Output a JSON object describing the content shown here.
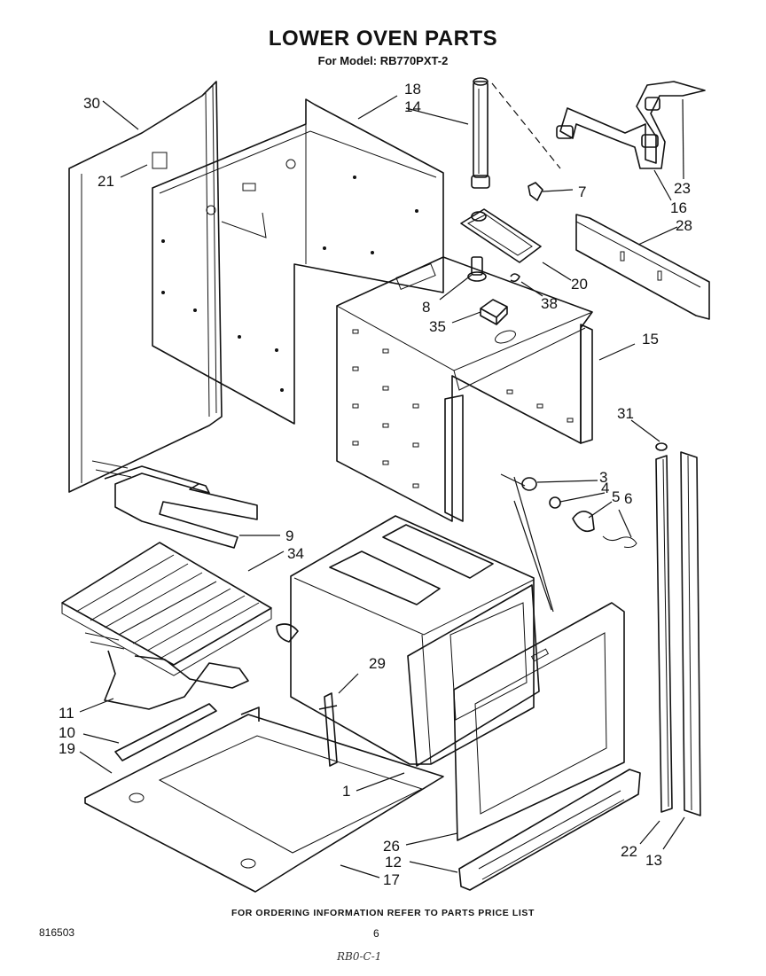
{
  "header": {
    "title": "LOWER OVEN PARTS",
    "subtitle": "For Model: RB770PXT-2"
  },
  "callouts": [
    {
      "id": "c30",
      "label": "30"
    },
    {
      "id": "c21",
      "label": "21"
    },
    {
      "id": "c18",
      "label": "18"
    },
    {
      "id": "c14",
      "label": "14"
    },
    {
      "id": "c7",
      "label": "7"
    },
    {
      "id": "c23",
      "label": "23"
    },
    {
      "id": "c16",
      "label": "16"
    },
    {
      "id": "c28",
      "label": "28"
    },
    {
      "id": "c20",
      "label": "20"
    },
    {
      "id": "c8",
      "label": "8"
    },
    {
      "id": "c38",
      "label": "38"
    },
    {
      "id": "c35",
      "label": "35"
    },
    {
      "id": "c15",
      "label": "15"
    },
    {
      "id": "c31",
      "label": "31"
    },
    {
      "id": "c3",
      "label": "3"
    },
    {
      "id": "c4",
      "label": "4"
    },
    {
      "id": "c5",
      "label": "5"
    },
    {
      "id": "c6",
      "label": "6"
    },
    {
      "id": "c9",
      "label": "9"
    },
    {
      "id": "c34",
      "label": "34"
    },
    {
      "id": "c29",
      "label": "29"
    },
    {
      "id": "c11",
      "label": "11"
    },
    {
      "id": "c10",
      "label": "10"
    },
    {
      "id": "c19",
      "label": "19"
    },
    {
      "id": "c1",
      "label": "1"
    },
    {
      "id": "c26",
      "label": "26"
    },
    {
      "id": "c12",
      "label": "12"
    },
    {
      "id": "c17",
      "label": "17"
    },
    {
      "id": "c22",
      "label": "22"
    },
    {
      "id": "c13",
      "label": "13"
    }
  ],
  "footer": {
    "ordering_note": "FOR ORDERING INFORMATION REFER TO PARTS PRICE LIST",
    "document_number": "816503",
    "page_number": "6",
    "handwritten_note": "RB0-C-1"
  }
}
